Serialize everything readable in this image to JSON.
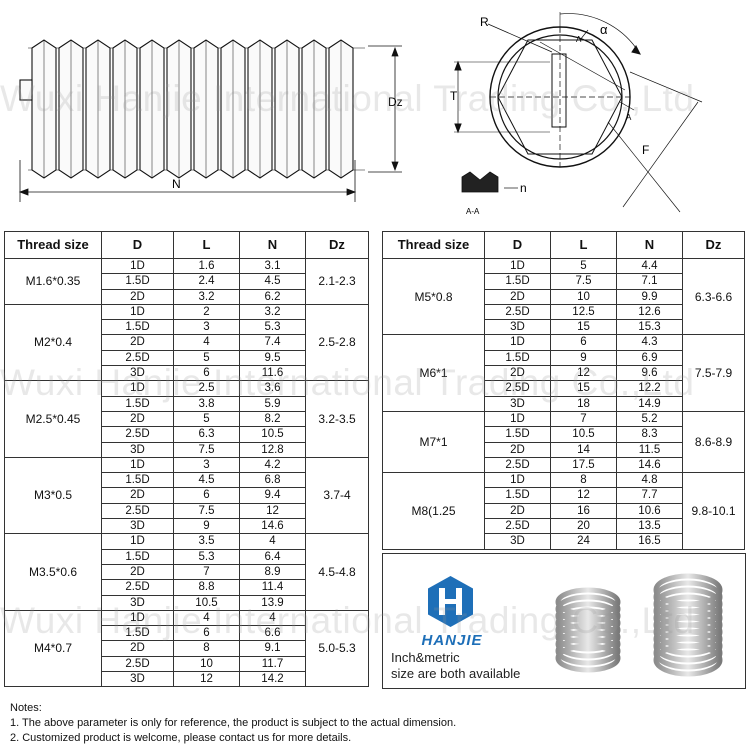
{
  "watermark": "Wuxi Hanjie International Trading Co.,Ltd",
  "drawing": {
    "dim_dz": "Dz",
    "dim_n": "N",
    "dim_r": "R",
    "dim_alpha": "α",
    "dim_t": "T",
    "dim_f": "F",
    "dim_n_small": "n",
    "section_a1": "A",
    "section_a2": "A",
    "section_aa": "A-A"
  },
  "table_headers": [
    "Thread size",
    "D",
    "L",
    "N",
    "Dz"
  ],
  "left_groups": [
    {
      "size": "M1.6*0.35",
      "dz": "2.1-2.3",
      "rows": [
        [
          "1D",
          "1.6",
          "3.1"
        ],
        [
          "1.5D",
          "2.4",
          "4.5"
        ],
        [
          "2D",
          "3.2",
          "6.2"
        ]
      ]
    },
    {
      "size": "M2*0.4",
      "dz": "2.5-2.8",
      "rows": [
        [
          "1D",
          "2",
          "3.2"
        ],
        [
          "1.5D",
          "3",
          "5.3"
        ],
        [
          "2D",
          "4",
          "7.4"
        ],
        [
          "2.5D",
          "5",
          "9.5"
        ],
        [
          "3D",
          "6",
          "11.6"
        ]
      ]
    },
    {
      "size": "M2.5*0.45",
      "dz": "3.2-3.5",
      "rows": [
        [
          "1D",
          "2.5",
          "3.6"
        ],
        [
          "1.5D",
          "3.8",
          "5.9"
        ],
        [
          "2D",
          "5",
          "8.2"
        ],
        [
          "2.5D",
          "6.3",
          "10.5"
        ],
        [
          "3D",
          "7.5",
          "12.8"
        ]
      ]
    },
    {
      "size": "M3*0.5",
      "dz": "3.7-4",
      "rows": [
        [
          "1D",
          "3",
          "4.2"
        ],
        [
          "1.5D",
          "4.5",
          "6.8"
        ],
        [
          "2D",
          "6",
          "9.4"
        ],
        [
          "2.5D",
          "7.5",
          "12"
        ],
        [
          "3D",
          "9",
          "14.6"
        ]
      ]
    },
    {
      "size": "M3.5*0.6",
      "dz": "4.5-4.8",
      "rows": [
        [
          "1D",
          "3.5",
          "4"
        ],
        [
          "1.5D",
          "5.3",
          "6.4"
        ],
        [
          "2D",
          "7",
          "8.9"
        ],
        [
          "2.5D",
          "8.8",
          "11.4"
        ],
        [
          "3D",
          "10.5",
          "13.9"
        ]
      ]
    },
    {
      "size": "M4*0.7",
      "dz": "5.0-5.3",
      "rows": [
        [
          "1D",
          "4",
          "4"
        ],
        [
          "1.5D",
          "6",
          "6.6"
        ],
        [
          "2D",
          "8",
          "9.1"
        ],
        [
          "2.5D",
          "10",
          "11.7"
        ],
        [
          "3D",
          "12",
          "14.2"
        ]
      ]
    }
  ],
  "right_groups": [
    {
      "size": "M5*0.8",
      "dz": "6.3-6.6",
      "rows": [
        [
          "1D",
          "5",
          "4.4"
        ],
        [
          "1.5D",
          "7.5",
          "7.1"
        ],
        [
          "2D",
          "10",
          "9.9"
        ],
        [
          "2.5D",
          "12.5",
          "12.6"
        ],
        [
          "3D",
          "15",
          "15.3"
        ]
      ]
    },
    {
      "size": "M6*1",
      "dz": "7.5-7.9",
      "rows": [
        [
          "1D",
          "6",
          "4.3"
        ],
        [
          "1.5D",
          "9",
          "6.9"
        ],
        [
          "2D",
          "12",
          "9.6"
        ],
        [
          "2.5D",
          "15",
          "12.2"
        ],
        [
          "3D",
          "18",
          "14.9"
        ]
      ]
    },
    {
      "size": "M7*1",
      "dz": "8.6-8.9",
      "rows": [
        [
          "1D",
          "7",
          "5.2"
        ],
        [
          "1.5D",
          "10.5",
          "8.3"
        ],
        [
          "2D",
          "14",
          "11.5"
        ],
        [
          "2.5D",
          "17.5",
          "14.6"
        ]
      ]
    },
    {
      "size": "M8(1.25",
      "dz": "9.8-10.1",
      "rows": [
        [
          "1D",
          "8",
          "4.8"
        ],
        [
          "1.5D",
          "12",
          "7.7"
        ],
        [
          "2D",
          "16",
          "10.6"
        ],
        [
          "2.5D",
          "20",
          "13.5"
        ],
        [
          "3D",
          "24",
          "16.5"
        ]
      ]
    }
  ],
  "promo": {
    "brand": "HANJIE",
    "line1": "Inch&metric",
    "line2": "size are both available",
    "brand_color": "#1e6fb8"
  },
  "notes": {
    "title": "Notes:",
    "lines": [
      "1. The above parameter is only for reference, the product is subject to the actual dimension.",
      "2. Customized product is welcome, please contact us for more details."
    ]
  }
}
